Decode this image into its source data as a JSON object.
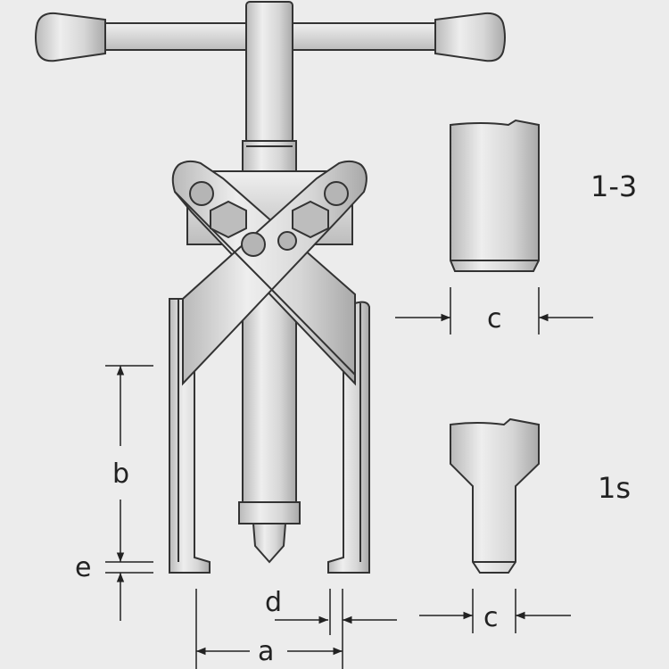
{
  "labels": {
    "variant_1_3": "1-3",
    "variant_1s": "1s",
    "dim_c_top": "c",
    "dim_c_bottom": "c",
    "dim_b": "b",
    "dim_e": "e",
    "dim_d": "d",
    "dim_a": "a"
  },
  "colors": {
    "background": "#ececec",
    "steel_light": "#e6e6e6",
    "steel_mid": "#c9c9c9",
    "steel_dark": "#a9a9a9",
    "outline": "#333333",
    "dimension_line": "#222222"
  }
}
